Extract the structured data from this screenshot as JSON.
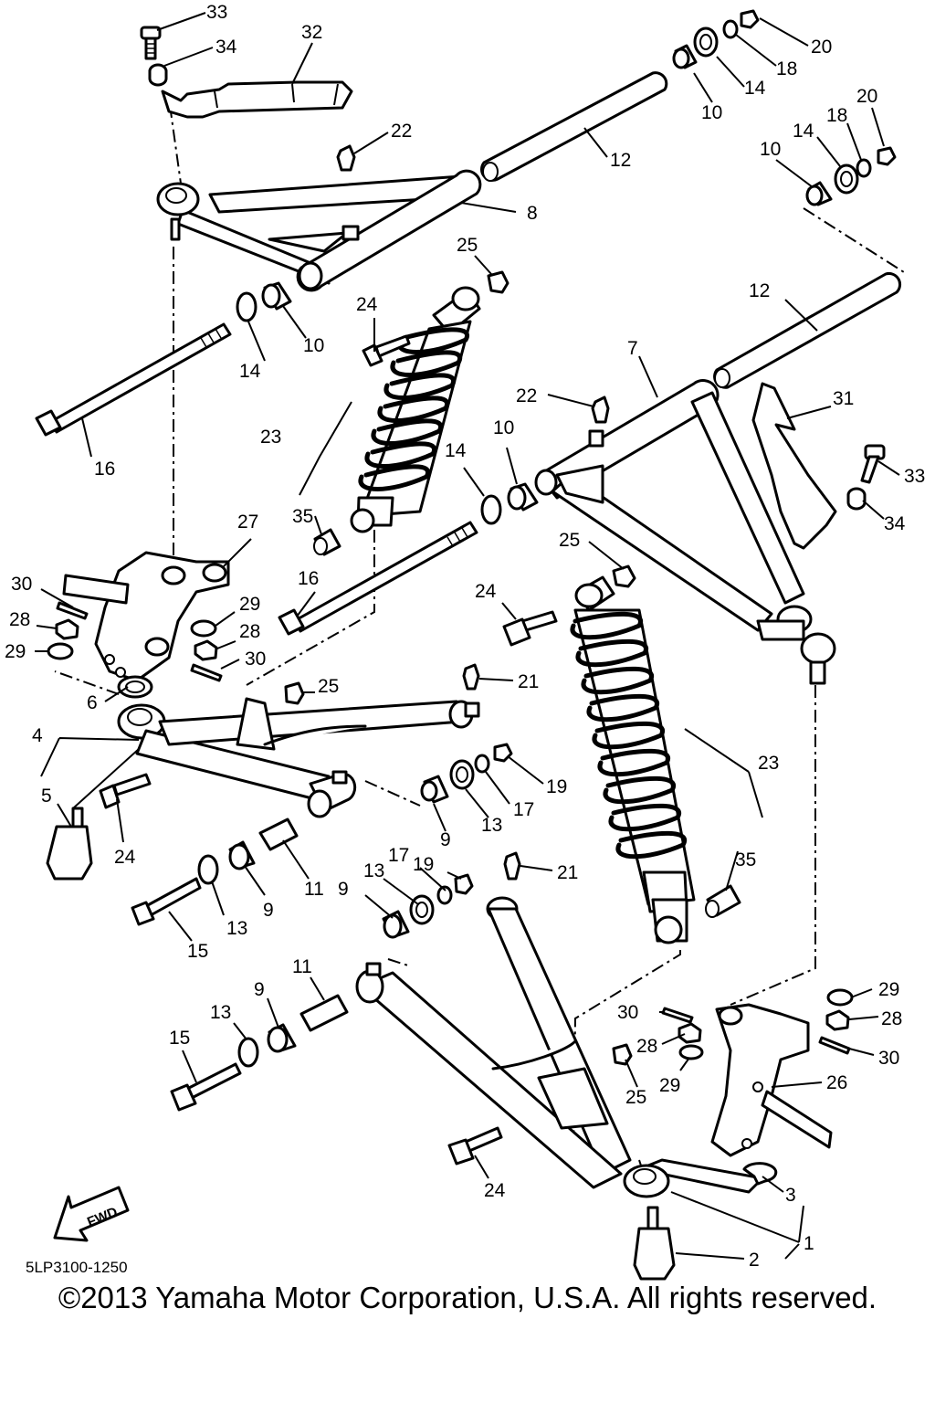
{
  "diagram": {
    "reference_code": "5LP3100-1250",
    "fwd_label": "FWD",
    "copyright": "©2013 Yamaha Motor Corporation, U.S.A. All rights reserved.",
    "callouts": [
      "33",
      "34",
      "32",
      "22",
      "8",
      "12",
      "10",
      "14",
      "18",
      "20",
      "10",
      "14",
      "18",
      "20",
      "12",
      "25",
      "24",
      "10",
      "14",
      "16",
      "7",
      "22",
      "31",
      "33",
      "34",
      "23",
      "35",
      "10",
      "14",
      "27",
      "16",
      "30",
      "28",
      "29",
      "29",
      "28",
      "30",
      "25",
      "24",
      "25",
      "21",
      "6",
      "4",
      "5",
      "24",
      "19",
      "17",
      "13",
      "9",
      "23",
      "35",
      "11",
      "9",
      "13",
      "15",
      "19",
      "17",
      "13",
      "9",
      "21",
      "11",
      "9",
      "13",
      "15",
      "30",
      "28",
      "29",
      "29",
      "28",
      "30",
      "25",
      "26",
      "24",
      "3",
      "1",
      "2"
    ]
  }
}
